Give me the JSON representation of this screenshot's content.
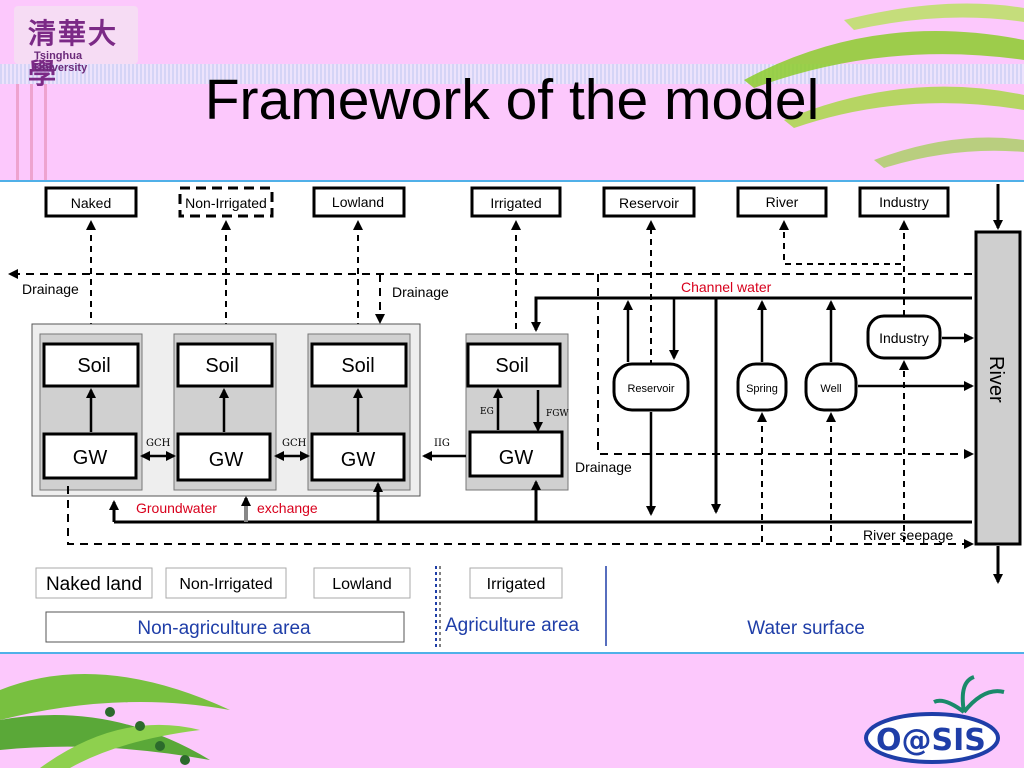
{
  "header": {
    "logo_cn": "清華大學",
    "logo_en": "Tsinghua University",
    "title": "Framework of the model"
  },
  "diagram": {
    "top_boxes": [
      "Naked",
      "Non-Irrigated",
      "Lowland",
      "Irrigated",
      "Reservoir",
      "River",
      "Industry"
    ],
    "soil": [
      "Soil",
      "Soil",
      "Soil",
      "Soil"
    ],
    "gw": [
      "GW",
      "GW",
      "GW",
      "GW"
    ],
    "gch": [
      "GCH",
      "GCH"
    ],
    "iig": "IIG",
    "eg": "EG",
    "fgw": "FGW",
    "drainage_left": "Drainage",
    "drainage_mid": "Drainage",
    "drainage_right": "Drainage",
    "channel_water": "Channel water",
    "industry_node": "Industry",
    "reservoir_node": "Reservoir",
    "spring_node": "Spring",
    "well_node": "Well",
    "river_bar": "River",
    "gw_exchange_a": "Groundwater",
    "gw_exchange_b": "exchange",
    "river_seepage": "River seepage",
    "land_labels": [
      "Naked land",
      "Non-Irrigated",
      "Lowland",
      "Irrigated"
    ],
    "area_labels": [
      "Non-agriculture area",
      "Agriculture area",
      "Water surface"
    ]
  },
  "colors": {
    "accent_red": "#d8001c",
    "area_blue": "#1f3ea8",
    "border_blue": "#50b0e8"
  },
  "logo_oasis": "O@SIS"
}
